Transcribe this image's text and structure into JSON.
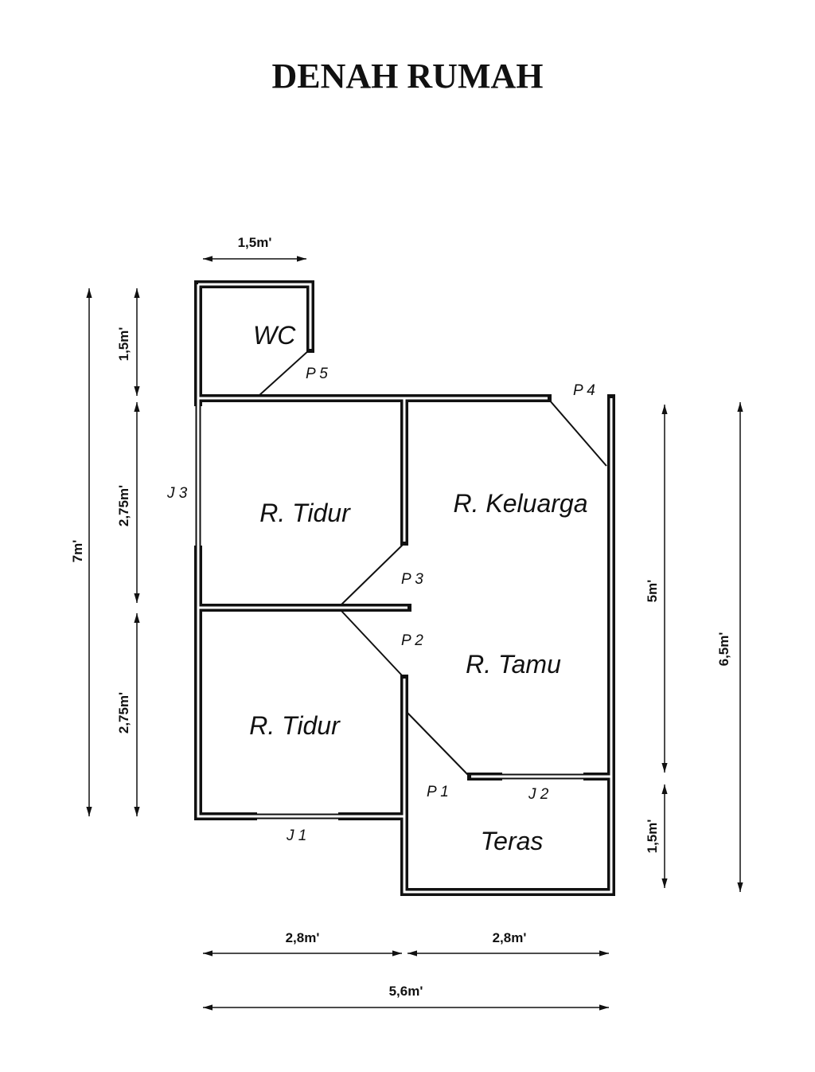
{
  "title": "DENAH RUMAH",
  "rooms": {
    "wc": "WC",
    "tidur_top": "R. Tidur",
    "tidur_bottom": "R. Tidur",
    "keluarga": "R. Keluarga",
    "tamu": "R. Tamu",
    "teras": "Teras"
  },
  "doors": {
    "p1": "P 1",
    "p2": "P 2",
    "p3": "P 3",
    "p4": "P 4",
    "p5": "P 5"
  },
  "windows": {
    "j1": "J 1",
    "j2": "J 2",
    "j3": "J 3"
  },
  "dimensions": {
    "top_wc": "1,5m'",
    "left_total": "7m'",
    "left_wc": "1,5m'",
    "left_tidur_top": "2,75m'",
    "left_tidur_bottom": "2,75m'",
    "right_main": "5m'",
    "right_teras": "1,5m'",
    "right_total": "6,5m'",
    "bottom_left": "2,8m'",
    "bottom_right": "2,8m'",
    "bottom_total": "5,6m'"
  }
}
